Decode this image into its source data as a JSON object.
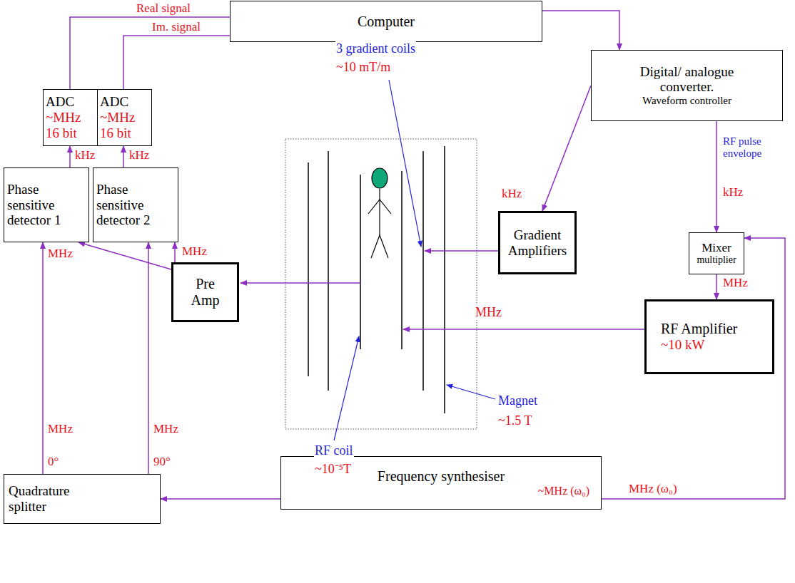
{
  "diagram": {
    "nodes": [
      {
        "text": [
          "Computer"
        ]
      },
      {
        "text": [
          "Digital/ analogue converter.",
          "Waveform controller"
        ]
      },
      {
        "text": [
          "ADC",
          "~MHz",
          "16 bit"
        ]
      },
      {
        "text": [
          "ADC",
          "~MHz",
          "16 bit"
        ]
      },
      {
        "text": [
          "Phase sensitive detector 1"
        ]
      },
      {
        "text": [
          "Phase sensitive detector 2"
        ]
      },
      {
        "text": [
          "Pre Amp"
        ]
      },
      {
        "text": [
          "Gradient Amplifiers"
        ]
      },
      {
        "text": [
          "Mixer",
          "multiplier"
        ]
      },
      {
        "text": [
          "RF Amplifier",
          "~10 kW"
        ]
      },
      {
        "text": [
          "Quadrature splitter"
        ]
      },
      {
        "text": [
          "Frequency synthesiser",
          "~MHz (ω₀)"
        ]
      }
    ],
    "edges": [
      {
        "from": 0,
        "to": 1,
        "arrow": "to"
      },
      {
        "from": 2,
        "to": 0,
        "label": "Real signal",
        "arrow": "none"
      },
      {
        "from": 3,
        "to": 0,
        "label": "Im. signal",
        "arrow": "none"
      },
      {
        "from": 4,
        "to": 2,
        "label": "kHz",
        "arrow": "to"
      },
      {
        "from": 5,
        "to": 3,
        "label": "kHz",
        "arrow": "to"
      },
      {
        "from": 6,
        "to": 4,
        "label": "MHz",
        "arrow": "to"
      },
      {
        "from": 6,
        "to": 5,
        "label": "MHz",
        "arrow": "to"
      },
      {
        "from": 10,
        "to": 4,
        "label": "MHz",
        "arrow": "to"
      },
      {
        "from": 10,
        "to": 5,
        "label": "MHz",
        "arrow": "to"
      },
      {
        "from": 11,
        "to": 10,
        "arrow": "to"
      },
      {
        "from": 11,
        "to": 8,
        "label": "MHz (ω₀)",
        "arrow": "to"
      },
      {
        "from": 1,
        "to": 7,
        "label": "kHz",
        "arrow": "to"
      },
      {
        "from": 1,
        "to": 8,
        "label": "RF pulse envelope",
        "arrow": "to"
      },
      {
        "from": 8,
        "to": 9,
        "label": "MHz",
        "arrow": "to"
      }
    ],
    "labels": [
      "3 gradient coils",
      "~10 mT/m",
      "kHz",
      "MHz",
      "Magnet",
      "~1.5 T",
      "RF coil",
      "~10⁻⁵T",
      "0°",
      "90°"
    ]
  }
}
